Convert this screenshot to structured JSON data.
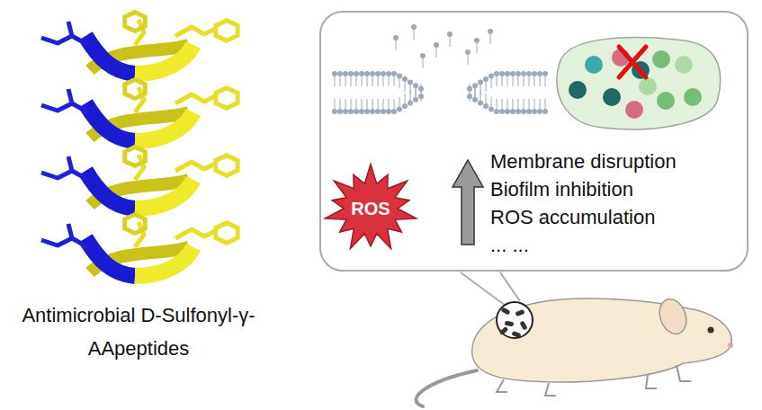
{
  "diagram": {
    "nodes": [
      {
        "text": [
          "Membrane disruption",
          "Biofilm inhibition",
          "ROS accumulation",
          "... ..."
        ]
      },
      {
        "text": [
          "ROS"
        ],
        "in": 0
      }
    ],
    "labels": [
      "Antimicrobial D-Sulfonyl-γ-AApeptides"
    ]
  }
}
